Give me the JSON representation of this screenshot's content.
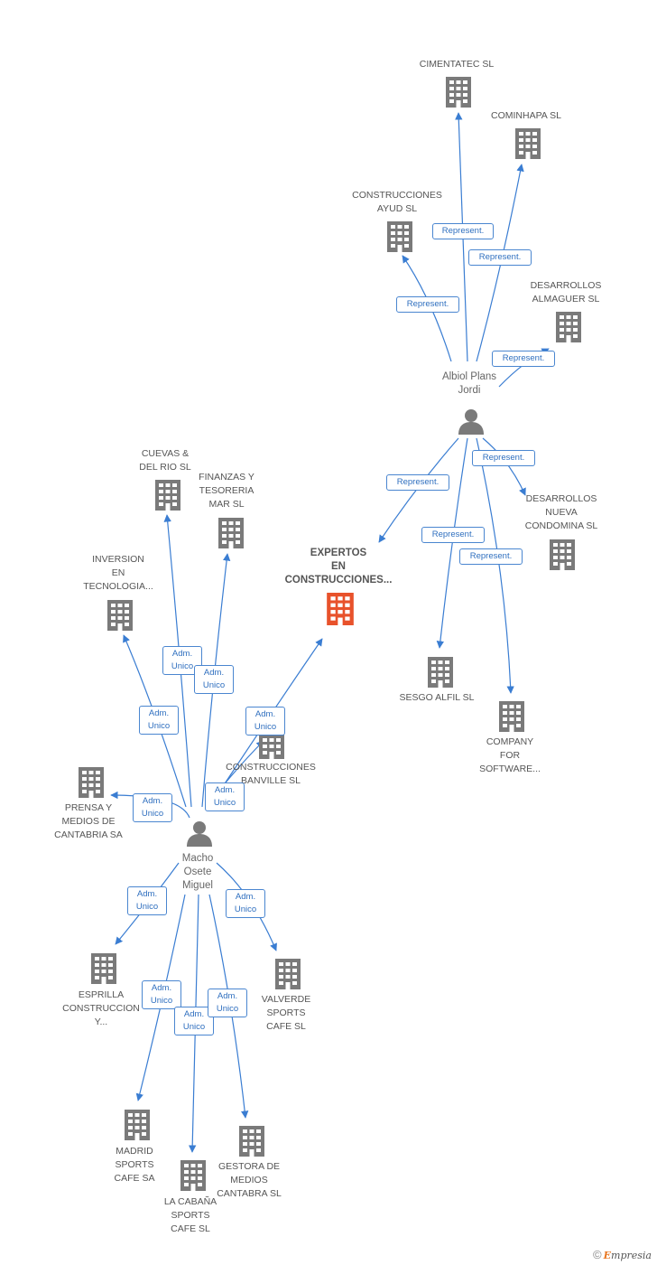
{
  "colors": {
    "edge": "#3a7dd2",
    "building": "#7a7a7a",
    "focus": "#e8522b",
    "person": "#7a7a7a"
  },
  "nodes": {
    "cimentatec": "CIMENTATEC SL",
    "cominhapa": "COMINHAPA SL",
    "ayud": "CONSTRUCCIONES\nAYUD SL",
    "almaguer": "DESARROLLOS\nALMAGUER SL",
    "albiol": "Albiol Plans\nJordi",
    "condomina": "DESARROLLOS\nNUEVA\nCONDOMINA  SL",
    "expertos": "EXPERTOS\nEN\nCONSTRUCCIONES...",
    "sesgo": "SESGO ALFIL SL",
    "company": "COMPANY\nFOR\nSOFTWARE...",
    "cuevas": "CUEVAS &\nDEL RIO SL",
    "finanzas": "FINANZAS Y\nTESORERIA\nMAR SL",
    "inversion": "INVERSION\nEN\nTECNOLOGIA...",
    "banville": "CONSTRUCCIONES\nBANVILLE SL",
    "prensa": "PRENSA Y\nMEDIOS DE\nCANTABRIA SA",
    "macho": "Macho\nOsete\nMiguel",
    "esprilla": "ESPRILLA\nCONSTRUCCION\nY...",
    "valverde": "VALVERDE\nSPORTS\nCAFE SL",
    "madrid": "MADRID\nSPORTS\nCAFE SA",
    "cabana": "LA CABAÑA\nSPORTS\nCAFE SL",
    "gestora": "GESTORA DE\nMEDIOS\nCANTABRA SL"
  },
  "edge_labels": {
    "represent": "Represent.",
    "adm_unico": "Adm.\nUnico"
  },
  "footer": {
    "copyright": "©",
    "brand_e": "E",
    "brand_rest": "mpresia"
  }
}
